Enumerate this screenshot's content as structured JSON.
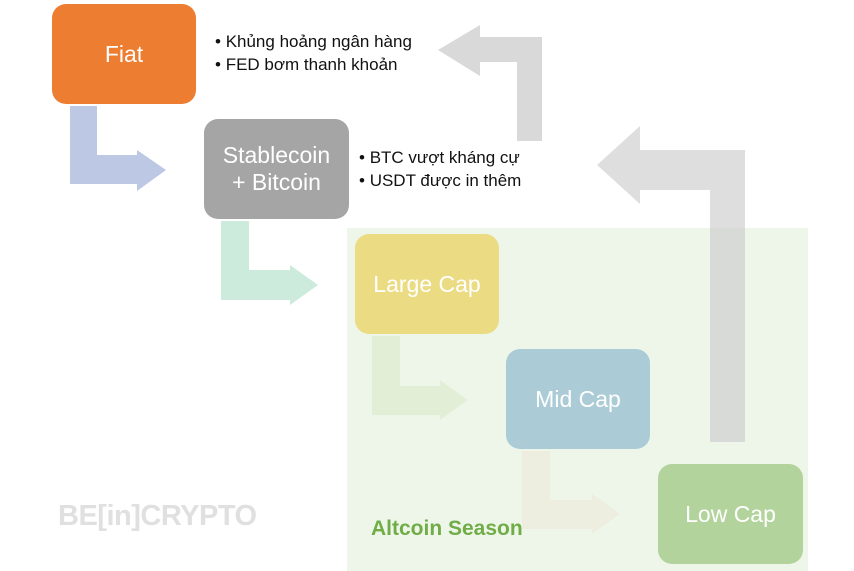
{
  "boxes": {
    "fiat": "Fiat",
    "stable_line1": "Stablecoin",
    "stable_line2": "+ Bitcoin",
    "large": "Large Cap",
    "mid": "Mid Cap",
    "low": "Low Cap"
  },
  "notes": {
    "fiat": [
      "Khủng hoảng ngân hàng",
      "FED bơm thanh khoản"
    ],
    "stable": [
      "BTC vượt kháng cự",
      "USDT được in thêm"
    ]
  },
  "zone_label": "Altcoin Season",
  "logo": "BE[in]CRYPTO",
  "colors": {
    "fiat": "#ED7D31",
    "stable": "#A5A5A5",
    "large": "#EBDB83",
    "mid": "#ABCCD7",
    "low": "#B3D39C",
    "zone": "#EEF6EA",
    "season": "#70AD47"
  }
}
